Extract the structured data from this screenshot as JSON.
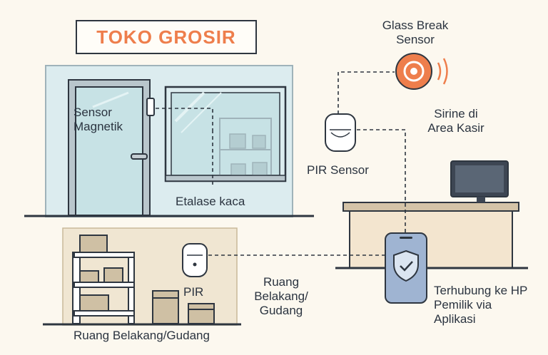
{
  "title": "TOKO GROSIR",
  "labels": {
    "magnetic_sensor": "Sensor Magnetik",
    "glass_display": "Etalase kaca",
    "glass_break_sensor": "Glass Break Sensor",
    "pir_sensor": "PIR Sensor",
    "siren": "Sirine di Area Kasir",
    "back_room_pir": "PIR",
    "back_room_label": "Ruang Belakang/ Gudang",
    "back_room_caption": "Ruang Belakang/Gudang",
    "phone_connection": "Terhubung ke HP Pemilik via Aplikasi"
  },
  "icons": [
    "magnetic-sensor-icon",
    "glass-break-sensor-icon",
    "pir-sensor-icon",
    "monitor-icon",
    "shield-check-icon",
    "smartphone-icon",
    "shelf-icon",
    "box-icon"
  ],
  "colors": {
    "accent": "#ee7e4c",
    "outline": "#2e3640",
    "storefront": "#dcecef",
    "back_room": "#f0e6d2",
    "counter": "#f3e5cf",
    "phone": "#9fb4d2"
  }
}
